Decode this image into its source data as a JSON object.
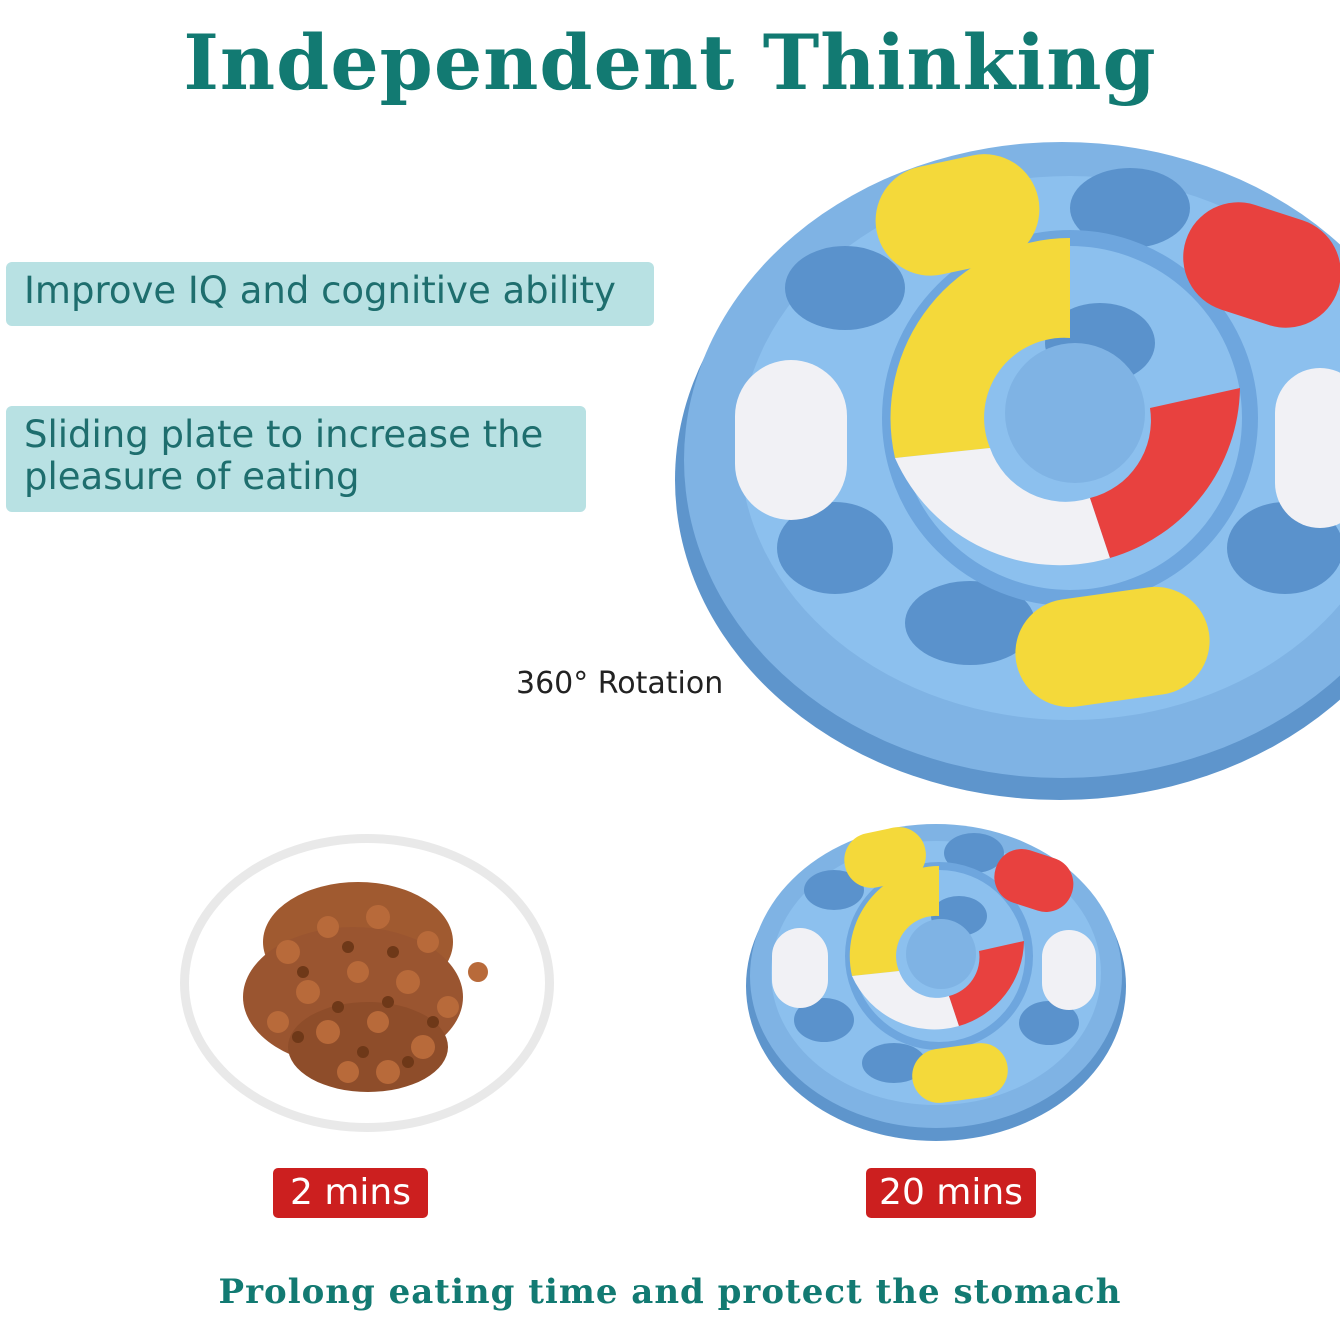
{
  "title": "Independent Thinking",
  "features": [
    {
      "text": "Improve IQ and cognitive ability"
    },
    {
      "text": "Sliding plate to increase the pleasure of eating"
    }
  ],
  "rotation_label": "360° Rotation",
  "comparison": [
    {
      "label": "2 mins",
      "icon": "food-plate-icon"
    },
    {
      "label": "20 mins",
      "icon": "puzzle-feeder-icon"
    }
  ],
  "footer": "Prolong eating time and protect the stomach",
  "colors": {
    "title": "#127a72",
    "feature_bg": "#b8e1e3",
    "feature_text": "#1e6e6e",
    "badge_bg": "#cc1f1f",
    "feeder_blue": "#7fb3e4",
    "slider_yellow": "#f4d93a",
    "slider_red": "#e8413f",
    "slider_white": "#f1f1f5"
  }
}
